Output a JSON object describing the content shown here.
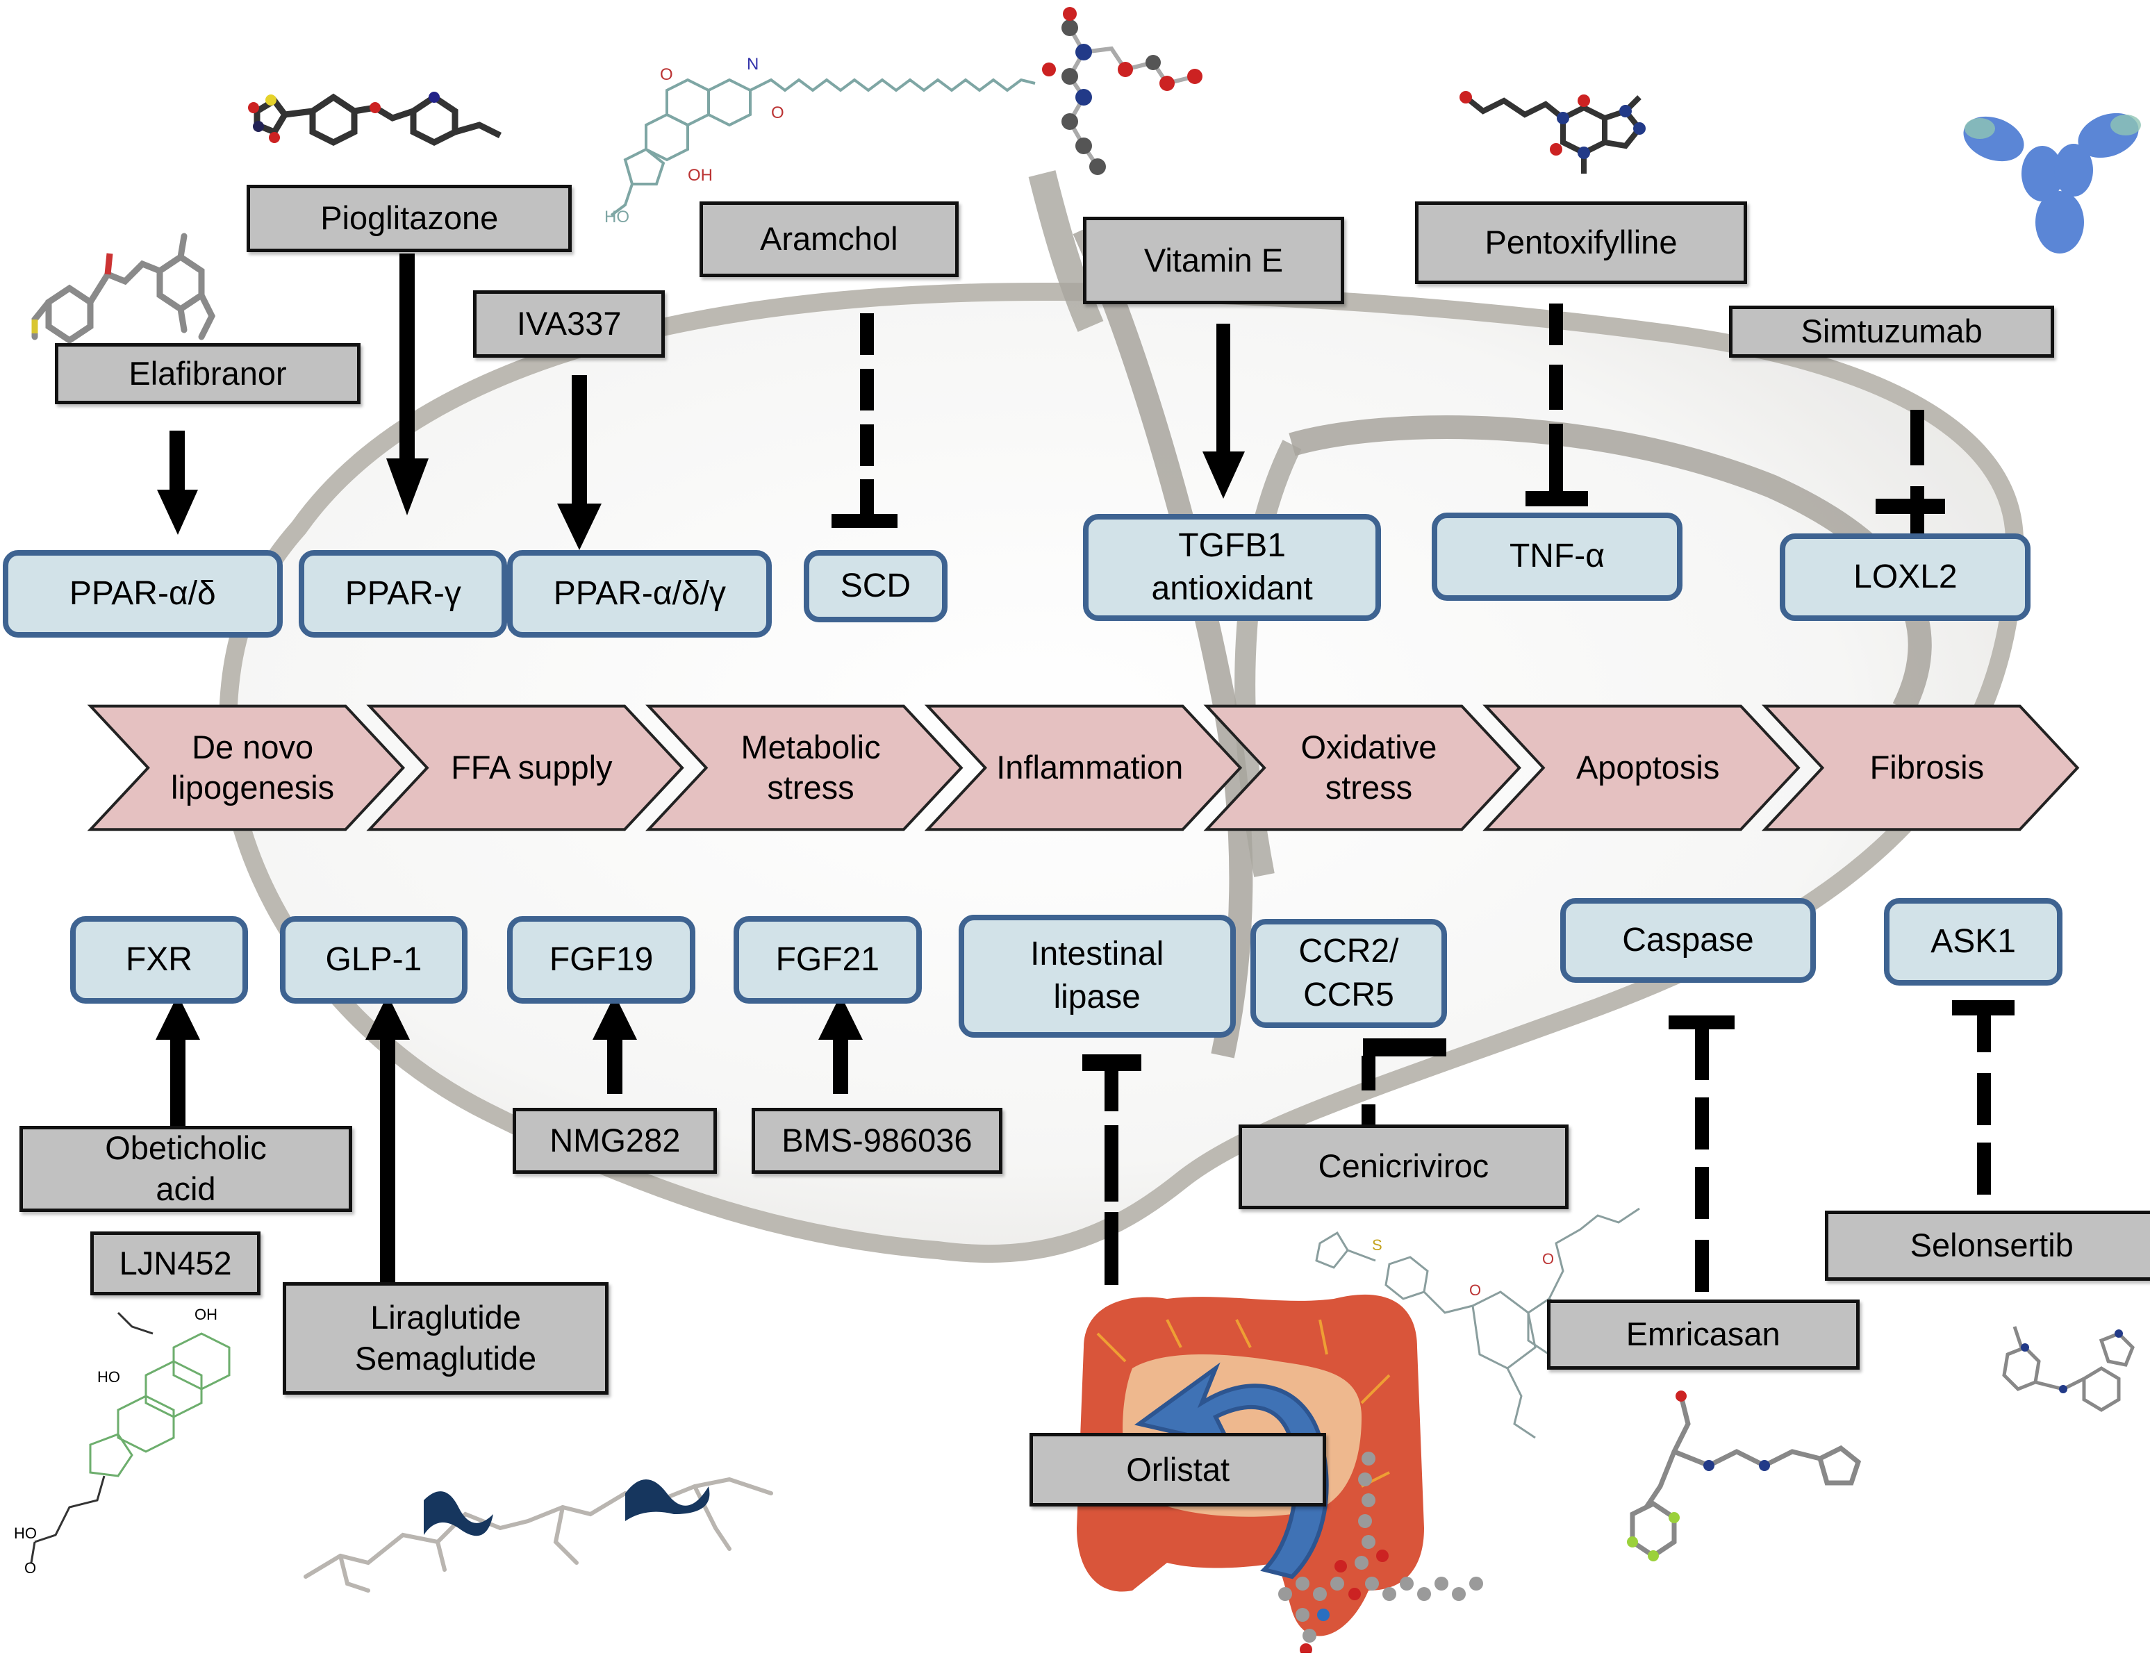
{
  "figure": {
    "title": "NASH drug targets across disease pathway",
    "colors": {
      "drug_box_fill": "#c1c1c1",
      "target_box_fill": "#d2e2e8",
      "target_box_border": "#3e6391",
      "pathway_fill": "#e5c1c1",
      "liver_outline": "#a8a59d",
      "intestine": "#d9553a",
      "curved_arrow": "#3f72b5"
    }
  },
  "pathway": {
    "steps": [
      {
        "label": "De novo\nlipogenesis"
      },
      {
        "label": "FFA supply"
      },
      {
        "label": "Metabolic\nstress"
      },
      {
        "label": "Inflammation"
      },
      {
        "label": "Oxidative\nstress"
      },
      {
        "label": "Apoptosis"
      },
      {
        "label": "Fibrosis"
      }
    ]
  },
  "top": {
    "drugs": [
      {
        "id": "elafibranor",
        "label": "Elafibranor"
      },
      {
        "id": "pioglitazone",
        "label": "Pioglitazone"
      },
      {
        "id": "iva337",
        "label": "IVA337"
      },
      {
        "id": "aramchol",
        "label": "Aramchol"
      },
      {
        "id": "vitamin-e",
        "label": "Vitamin   E"
      },
      {
        "id": "pentoxifylline",
        "label": "Pentoxifylline"
      },
      {
        "id": "simtuzumab",
        "label": "Simtuzumab"
      }
    ],
    "targets": [
      {
        "id": "ppar-ad",
        "label": "PPAR-α/δ"
      },
      {
        "id": "ppar-g",
        "label": "PPAR-γ"
      },
      {
        "id": "ppar-adg",
        "label": "PPAR-α/δ/γ"
      },
      {
        "id": "scd",
        "label": "SCD"
      },
      {
        "id": "tgfb1",
        "label": "TGFB1\nantioxidant"
      },
      {
        "id": "tnf-a",
        "label": "TNF-α"
      },
      {
        "id": "loxl2",
        "label": "LOXL2"
      }
    ]
  },
  "bottom": {
    "drugs": [
      {
        "id": "obeticholic-acid",
        "label": "Obeticholic\nacid"
      },
      {
        "id": "ljn452",
        "label": "LJN452"
      },
      {
        "id": "liraglutide-semaglutide",
        "label": "Liraglutide\nSemaglutide"
      },
      {
        "id": "nmg282",
        "label": "NMG282"
      },
      {
        "id": "bms-986036",
        "label": "BMS-986036"
      },
      {
        "id": "cenicriviroc",
        "label": "Cenicriviroc"
      },
      {
        "id": "orlistat",
        "label": "Orlistat"
      },
      {
        "id": "emricasan",
        "label": "Emricasan"
      },
      {
        "id": "selonsertib",
        "label": "Selonsertib"
      }
    ],
    "targets": [
      {
        "id": "fxr",
        "label": "FXR"
      },
      {
        "id": "glp-1",
        "label": "GLP-1"
      },
      {
        "id": "fgf19",
        "label": "FGF19"
      },
      {
        "id": "fgf21",
        "label": "FGF21"
      },
      {
        "id": "intestinal-lipase",
        "label": "Intestinal\nlipase"
      },
      {
        "id": "ccr2-ccr5",
        "label": "CCR2/\nCCR5"
      },
      {
        "id": "caspase",
        "label": "Caspase"
      },
      {
        "id": "ask1",
        "label": "ASK1"
      }
    ]
  },
  "relations": [
    {
      "from": "Elafibranor",
      "to": "PPAR-α/δ",
      "type": "activation"
    },
    {
      "from": "Pioglitazone",
      "to": "PPAR-γ",
      "type": "activation"
    },
    {
      "from": "IVA337",
      "to": "PPAR-α/δ/γ",
      "type": "activation"
    },
    {
      "from": "Aramchol",
      "to": "SCD",
      "type": "inhibition"
    },
    {
      "from": "Vitamin E",
      "to": "TGFB1 antioxidant",
      "type": "activation"
    },
    {
      "from": "Pentoxifylline",
      "to": "TNF-α",
      "type": "inhibition"
    },
    {
      "from": "Simtuzumab",
      "to": "LOXL2",
      "type": "inhibition"
    },
    {
      "from": "Obeticholic acid",
      "to": "FXR",
      "type": "activation"
    },
    {
      "from": "Liraglutide Semaglutide",
      "to": "GLP-1",
      "type": "activation"
    },
    {
      "from": "NMG282",
      "to": "FGF19",
      "type": "activation"
    },
    {
      "from": "BMS-986036",
      "to": "FGF21",
      "type": "activation"
    },
    {
      "from": "Orlistat",
      "to": "Intestinal lipase",
      "type": "inhibition"
    },
    {
      "from": "Cenicriviroc",
      "to": "CCR2/CCR5",
      "type": "inhibition"
    },
    {
      "from": "Emricasan",
      "to": "Caspase",
      "type": "inhibition"
    },
    {
      "from": "Selonsertib",
      "to": "ASK1",
      "type": "inhibition"
    }
  ],
  "illustrations": [
    {
      "name": "liver-silhouette"
    },
    {
      "name": "intestine"
    },
    {
      "name": "antibody"
    },
    {
      "name": "peptide-helix"
    }
  ]
}
